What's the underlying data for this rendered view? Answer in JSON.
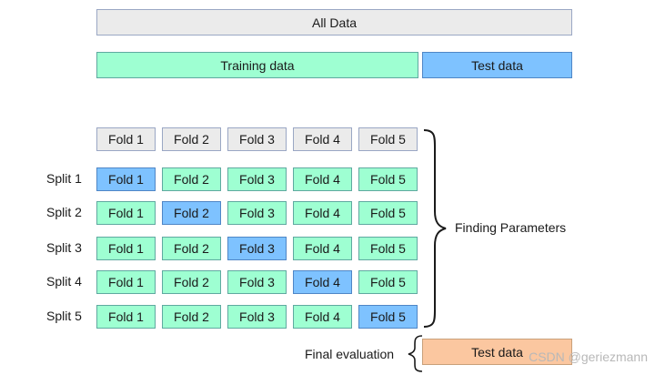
{
  "all_data": "All Data",
  "training_data": "Training data",
  "test_data_top": "Test data",
  "fold_headers": [
    "Fold 1",
    "Fold 2",
    "Fold 3",
    "Fold 4",
    "Fold 5"
  ],
  "splits": [
    {
      "label": "Split 1",
      "test_fold": 1
    },
    {
      "label": "Split 2",
      "test_fold": 2
    },
    {
      "label": "Split 3",
      "test_fold": 3
    },
    {
      "label": "Split 4",
      "test_fold": 4
    },
    {
      "label": "Split 5",
      "test_fold": 5
    }
  ],
  "fold_labels": [
    "Fold 1",
    "Fold 2",
    "Fold 3",
    "Fold 4",
    "Fold 5"
  ],
  "finding_parameters": "Finding Parameters",
  "final_evaluation": "Final evaluation",
  "test_data_bottom": "Test data",
  "watermark": "CSDN @geriezmann",
  "colors": {
    "gray": "#ebebeb",
    "training": "#9effd2",
    "test": "#7ec2ff",
    "final_test": "#fbc7a0"
  }
}
